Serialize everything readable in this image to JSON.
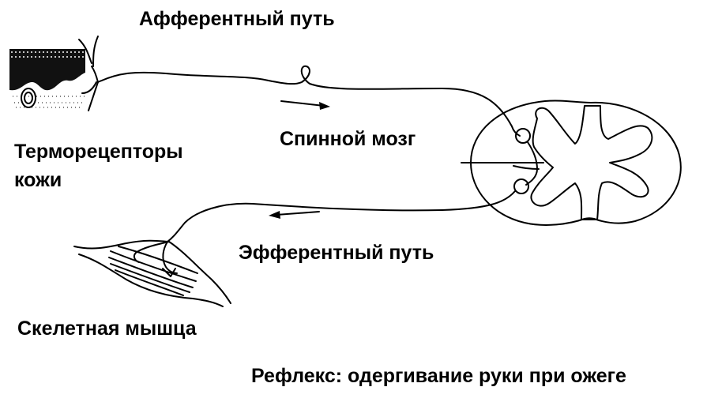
{
  "labels": {
    "afferent_path": "Афферентный путь",
    "spinal_cord": "Спинной мозг",
    "thermoreceptors_line1": "Терморецепторы",
    "thermoreceptors_line2": "кожи",
    "efferent_path": "Эфферентный путь",
    "skeletal_muscle": "Скелетная мышца",
    "reflex_caption": "Рефлекс: одергивание руки при ожеге"
  },
  "colors": {
    "ink": "#000000",
    "background": "#ffffff"
  }
}
